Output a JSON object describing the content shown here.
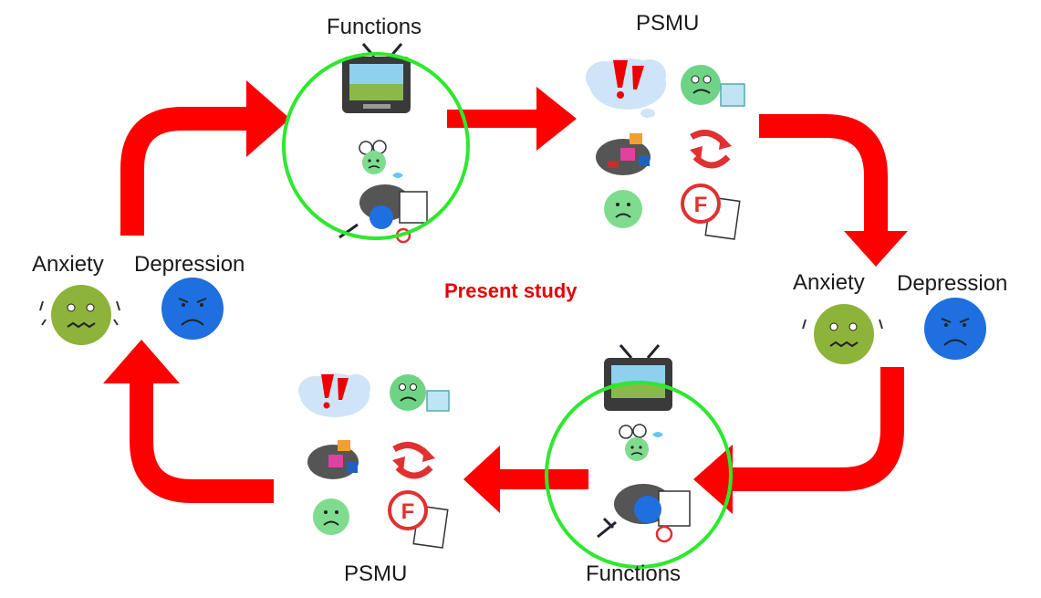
{
  "labels": {
    "functions_top": "Functions",
    "psmu_top": "PSMU",
    "anxiety_left": "Anxiety",
    "depression_left": "Depression",
    "anxiety_right": "Anxiety",
    "depression_right": "Depression",
    "psmu_bottom": "PSMU",
    "functions_bottom": "Functions",
    "present_study": "Present study"
  },
  "icons": {
    "functions": [
      "tv-icon",
      "worried-face-icon",
      "deadline-cloud-icon"
    ],
    "psmu": [
      "alarm-cloud-icon",
      "anxious-face-icon",
      "clutter-pile-icon",
      "cycle-arrows-icon",
      "sad-face-icon",
      "failed-grade-icon"
    ],
    "anxiety": "anxious-face-icon",
    "depression": "sad-face-icon"
  },
  "colors": {
    "arrow": "#ff0000",
    "highlight_circle": "#2ee82e",
    "present_study": "#e60000",
    "anxiety_face": "#8db33a",
    "depression_face": "#1e6fe0",
    "psmu_face": "#7fdc8f",
    "cloud": "#cfe4f7"
  }
}
